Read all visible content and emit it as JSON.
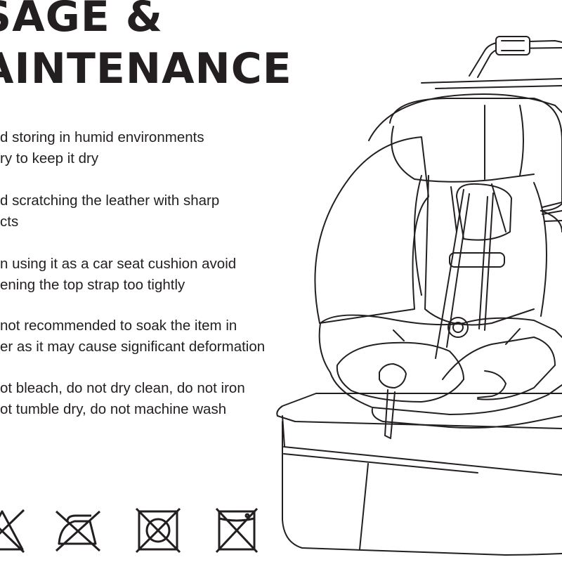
{
  "heading": {
    "line1": "SAGE &",
    "line2": "AINTENANCE"
  },
  "instructions": [
    [
      "d storing in humid environments",
      "ry to keep it dry"
    ],
    [
      "d scratching the leather with sharp",
      "cts"
    ],
    [
      "n using it as a car seat cushion avoid",
      "ening the top strap too tightly"
    ],
    [
      "not recommended to soak the item in",
      "er as it may cause significant deformation"
    ],
    [
      "ot bleach, do not dry clean, do not iron",
      "ot tumble dry, do not machine wash"
    ]
  ],
  "care_symbols": [
    "do-not-bleach-icon",
    "do-not-iron-icon",
    "do-not-tumble-dry-icon",
    "do-not-dry-clean-icon"
  ],
  "colors": {
    "ink": "#231f20",
    "background": "#ffffff"
  }
}
